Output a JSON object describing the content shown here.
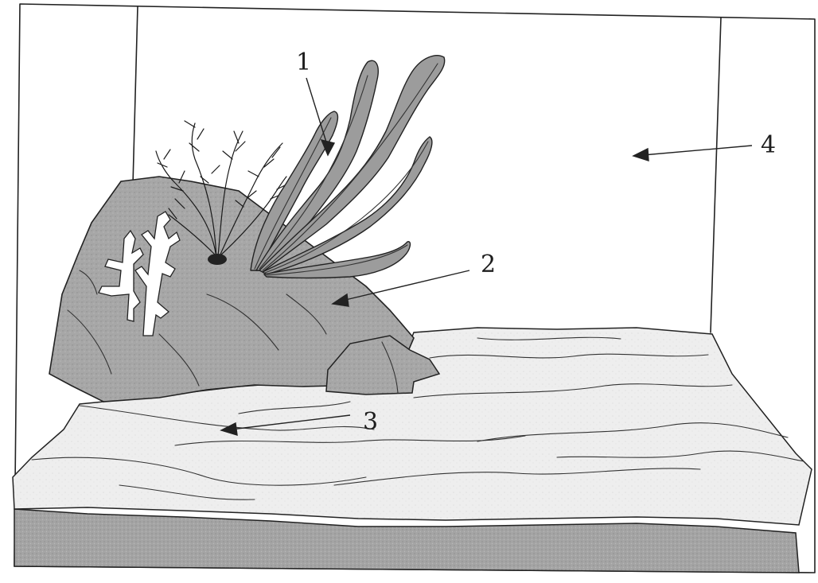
{
  "diagram": {
    "callouts": [
      {
        "id": "1",
        "label": "1"
      },
      {
        "id": "2",
        "label": "2"
      },
      {
        "id": "3",
        "label": "3"
      },
      {
        "id": "4",
        "label": "4"
      }
    ]
  },
  "colors": {
    "rock": "#a9a9a9",
    "sand": "#ececec",
    "substrate": "#a3a3a3",
    "leaf": "#9c9c9c",
    "line": "#222222"
  }
}
